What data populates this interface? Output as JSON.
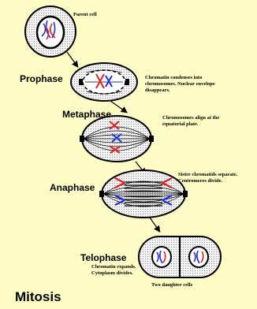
{
  "labels": {
    "parent_cell": "Parent cell",
    "daughter_cells": "Two daughter cells",
    "title": "Mitosis"
  },
  "phases": {
    "prophase": {
      "name": "Prophase",
      "note": "Chromatin condenses into chromosomes. Nuclear envelope disappears."
    },
    "metaphase": {
      "name": "Metaphase",
      "note": "Chromosomes align at the equatorial plate."
    },
    "anaphase": {
      "name": "Anaphase",
      "note": "Sister chromatids separate. Centromeres divide."
    },
    "telophase": {
      "name": "Telophase",
      "note": "Chromatin expands. Cytoplasm divides."
    }
  },
  "colors": {
    "background": "#fdfcc4",
    "cell_fill": "#eeeeee",
    "chromosome_red": "#e02020",
    "chromosome_blue": "#2030e0"
  }
}
